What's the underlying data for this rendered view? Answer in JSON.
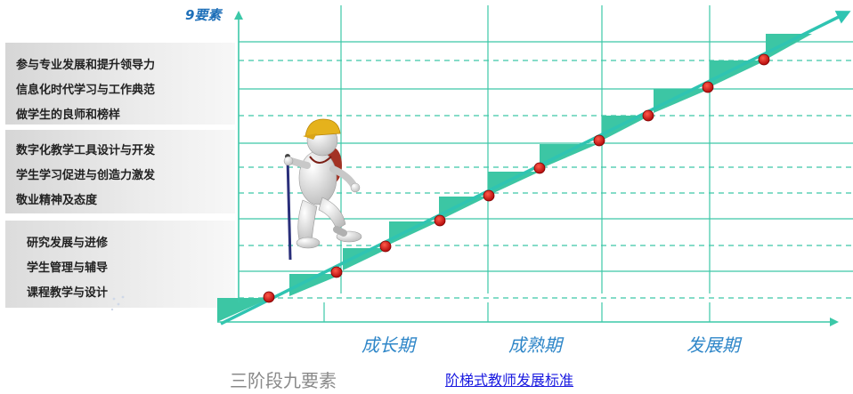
{
  "axis_title": "9要素",
  "groups": [
    {
      "elements": [
        "参与专业发展和提升领导力",
        "信息化时代学习与工作典范",
        "做学生的良师和榜样"
      ]
    },
    {
      "elements": [
        "数字化教学工具设计与开发",
        "学生学习促进与创造力激发",
        "敬业精神及态度"
      ]
    },
    {
      "elements": [
        "研究发展与进修",
        "学生管理与辅导",
        "课程教学与设计"
      ]
    }
  ],
  "phases": [
    "成长期",
    "成熟期",
    "发展期"
  ],
  "footer": {
    "left_text": "三阶段九要素",
    "link_text": "阶梯式教师发展标准"
  },
  "colors": {
    "grid": "#3cc8a8",
    "step_fill": "#3cc6a4",
    "diagonal": "#2fc4b2",
    "dot": "#d01818",
    "axis_title": "#1e6fb8",
    "phase_label": "#2e86c8",
    "link": "#1a1ae0"
  },
  "illustration": "teacher-with-hiking-pole-climbing-stairs"
}
